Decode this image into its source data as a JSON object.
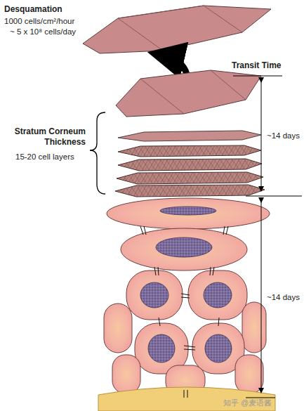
{
  "diagram": {
    "labels": [
      "Desquamation",
      "1000 cells/cm²/hour",
      "~ 5 x 10⁸ cells/day",
      "Transit Time",
      "Stratum Corneum Thickness",
      "15-20 cell layers",
      "~14 days",
      "~14 days",
      "知乎 @麦语酱"
    ]
  }
}
